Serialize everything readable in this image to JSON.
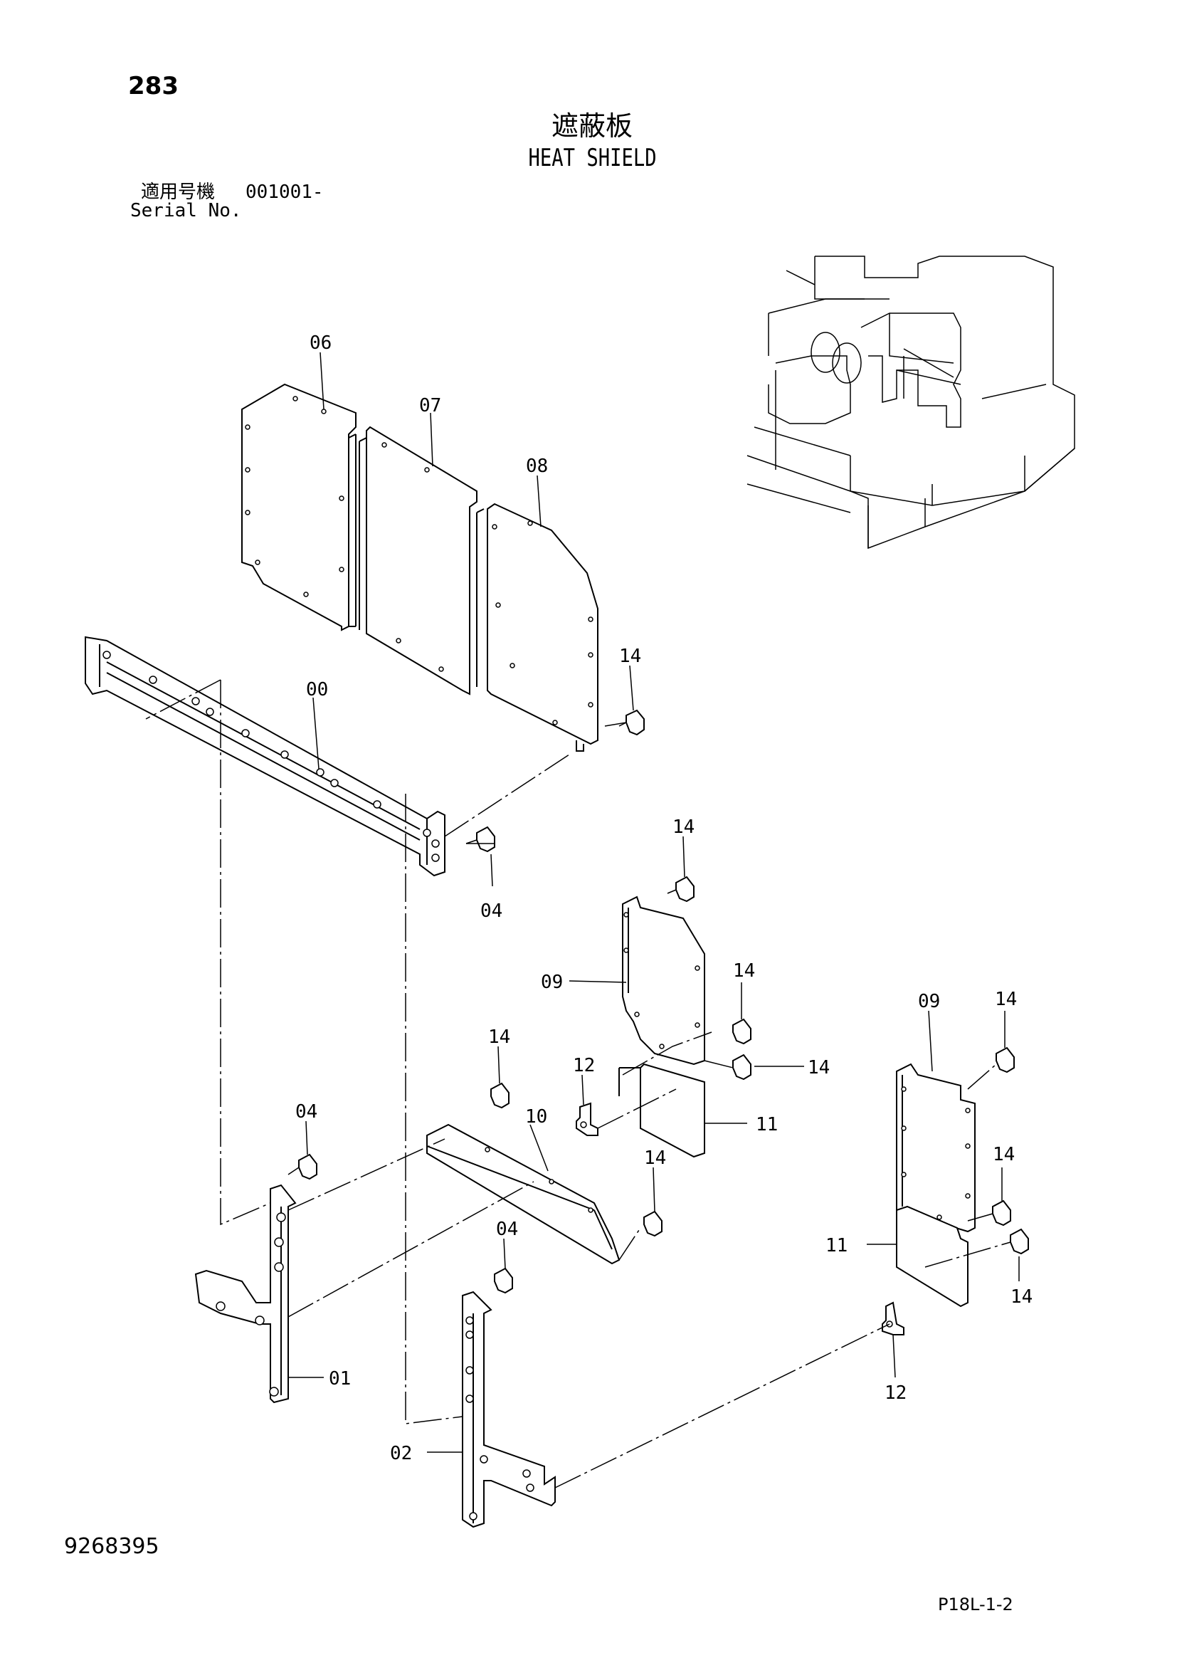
{
  "page": {
    "number": "283",
    "title_jp": "遮蔽板",
    "title_en": "HEAT SHIELD",
    "serial_label_jp": "適用号機",
    "serial_label_en": "Serial No.",
    "serial_value": "001001-",
    "drawing_number": "9268395",
    "page_code": "P18L-1-2"
  },
  "callouts": {
    "c06": "06",
    "c07": "07",
    "c08": "08",
    "c00": "00",
    "c14a": "14",
    "c04a": "04",
    "c14b": "14",
    "c09a": "09",
    "c14c": "14",
    "c14d": "14",
    "c12a": "12",
    "c14e": "14",
    "c11a": "11",
    "c10": "10",
    "c04b": "04",
    "c14f": "14",
    "c04c": "04",
    "c01": "01",
    "c02": "02",
    "c09b": "09",
    "c14g": "14",
    "c14h": "14",
    "c11b": "11",
    "c14i": "14",
    "c12b": "12"
  }
}
